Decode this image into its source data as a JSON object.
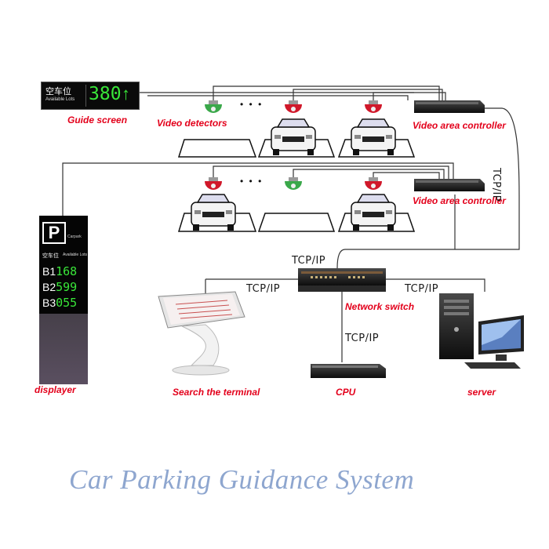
{
  "guide_screen": {
    "cn_text": "空车位",
    "en_text": "Available Lots",
    "count": "380",
    "arrow": "↑",
    "label": "Guide screen"
  },
  "detectors": {
    "label": "Video detectors",
    "dots": "• • •"
  },
  "controllers": {
    "top_label": "Video area controller",
    "bottom_label": "Video area controller"
  },
  "displayer": {
    "letter": "P",
    "sub": "Carpark",
    "cn_text": "空车位",
    "en_text": "Available Lots",
    "rows": [
      {
        "level": "B1",
        "count": "168"
      },
      {
        "level": "B2",
        "count": "599"
      },
      {
        "level": "B3",
        "count": "055"
      }
    ],
    "label": "displayer"
  },
  "network": {
    "switch_label": "Network switch",
    "tcp_right_vertical": "TCP/IP",
    "tcp_top": "TCP/IP",
    "tcp_left": "TCP/IP",
    "tcp_right": "TCP/IP",
    "tcp_cpu": "TCP/IP"
  },
  "devices": {
    "terminal_label": "Search the terminal",
    "cpu_label": "CPU",
    "server_label": "server"
  },
  "title": "Car Parking Guidance System",
  "colors": {
    "label_red": "#e3001b",
    "title_blue": "#8ea6cf",
    "led_green": "#39e639",
    "detector_red": "#d0182a",
    "detector_green": "#3aa84a"
  }
}
